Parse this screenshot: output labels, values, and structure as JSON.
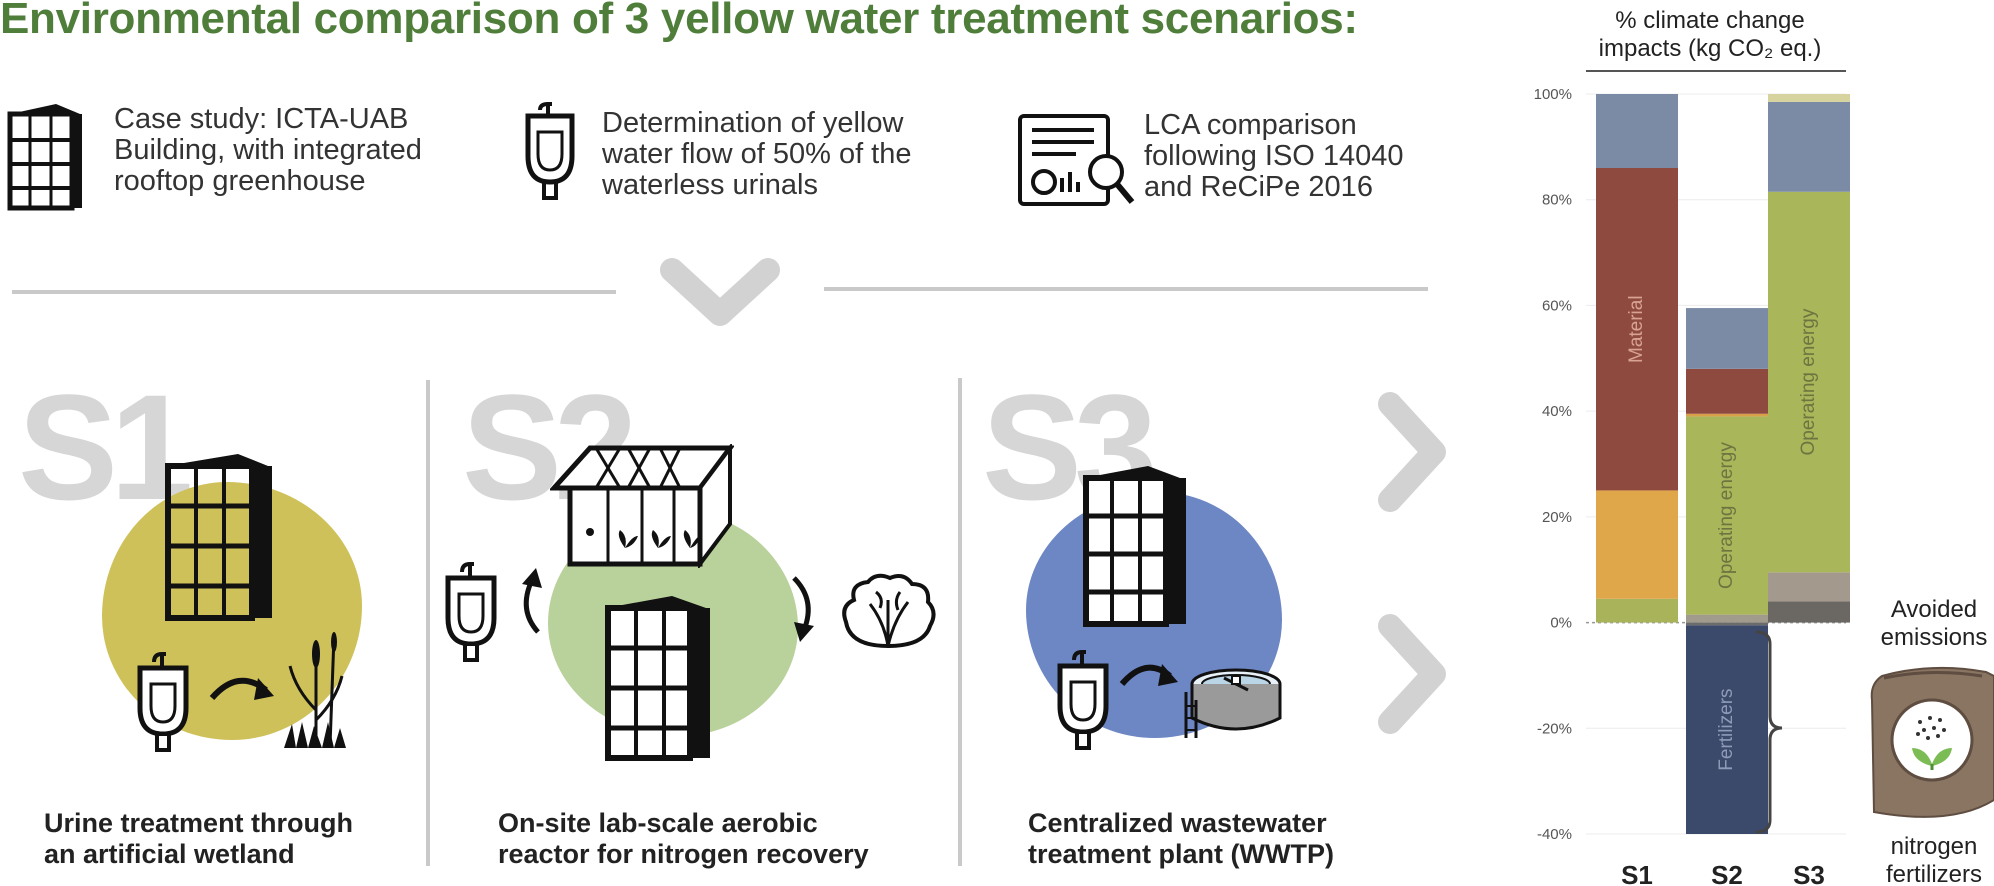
{
  "title": "Environmental comparison of 3 yellow water treatment scenarios:",
  "context": [
    {
      "icon": "building-icon",
      "lines": [
        "Case study: ICTA-UAB",
        "Building, with integrated",
        "rooftop greenhouse"
      ]
    },
    {
      "icon": "urinal-icon",
      "lines": [
        "Determination of yellow",
        "water flow of 50% of the",
        "waterless urinals"
      ]
    },
    {
      "icon": "lca-report-icon",
      "lines": [
        "LCA comparison",
        "following ISO 14040",
        "and ReCiPe 2016"
      ]
    }
  ],
  "scenarios": [
    {
      "label": "S1",
      "caption_lines": [
        "Urine treatment through",
        "an artificial wetland"
      ],
      "blob_color": "#cfc15a"
    },
    {
      "label": "S2",
      "caption_lines": [
        "On-site lab-scale aerobic",
        "reactor for nitrogen recovery"
      ],
      "blob_color": "#b9d19b"
    },
    {
      "label": "S3",
      "caption_lines": [
        "Centralized wastewater",
        "treatment plant (WWTP)"
      ],
      "blob_color": "#6d86c4"
    }
  ],
  "chart_data": {
    "type": "bar",
    "stacked": true,
    "title_lines": [
      "% climate change",
      "impacts (kg CO₂ eq.)"
    ],
    "categories": [
      "S1",
      "S2",
      "S3"
    ],
    "ylim": [
      -40,
      100
    ],
    "yticks": [
      -40,
      -20,
      0,
      20,
      40,
      60,
      80,
      100
    ],
    "ytick_labels": [
      "-40%",
      "-20%",
      "0%",
      "20%",
      "40%",
      "60%",
      "80%",
      "100%"
    ],
    "bars": [
      {
        "category": "S1",
        "segments": [
          {
            "from": 0,
            "to": 4.5,
            "color": "#a9b35a",
            "label": ""
          },
          {
            "from": 4.5,
            "to": 25,
            "color": "#e0a74a",
            "label": ""
          },
          {
            "from": 25,
            "to": 86,
            "color": "#8f4a3f",
            "label": "Material"
          },
          {
            "from": 86,
            "to": 100,
            "color": "#7b8ba5",
            "label": ""
          }
        ]
      },
      {
        "category": "S2",
        "segments": [
          {
            "from": -40,
            "to": -0.5,
            "color": "#3b4a6b",
            "label": "Fertilizers"
          },
          {
            "from": -0.5,
            "to": 0,
            "color": "#6b6b6b",
            "label": ""
          },
          {
            "from": 0,
            "to": 1.5,
            "color": "#a09b8c",
            "label": ""
          },
          {
            "from": 1.5,
            "to": 39,
            "color": "#aab65a",
            "label": "Operating energy"
          },
          {
            "from": 39,
            "to": 39.5,
            "color": "#d9a04a",
            "label": ""
          },
          {
            "from": 39.5,
            "to": 48,
            "color": "#8f4a3f",
            "label": ""
          },
          {
            "from": 48,
            "to": 59.5,
            "color": "#7b8ba5",
            "label": ""
          }
        ]
      },
      {
        "category": "S3",
        "segments": [
          {
            "from": 0,
            "to": 4,
            "color": "#6b6863",
            "label": ""
          },
          {
            "from": 4,
            "to": 9.5,
            "color": "#a39a8d",
            "label": ""
          },
          {
            "from": 9.5,
            "to": 81.5,
            "color": "#aab65a",
            "label": "Operating energy"
          },
          {
            "from": 81.5,
            "to": 98.5,
            "color": "#7b8ba5",
            "label": ""
          },
          {
            "from": 98.5,
            "to": 100,
            "color": "#d6d39e",
            "label": ""
          }
        ]
      }
    ],
    "annotation_top": [
      "Avoided",
      "emissions"
    ],
    "annotation_bottom": [
      "nitrogen",
      "fertilizers"
    ]
  }
}
